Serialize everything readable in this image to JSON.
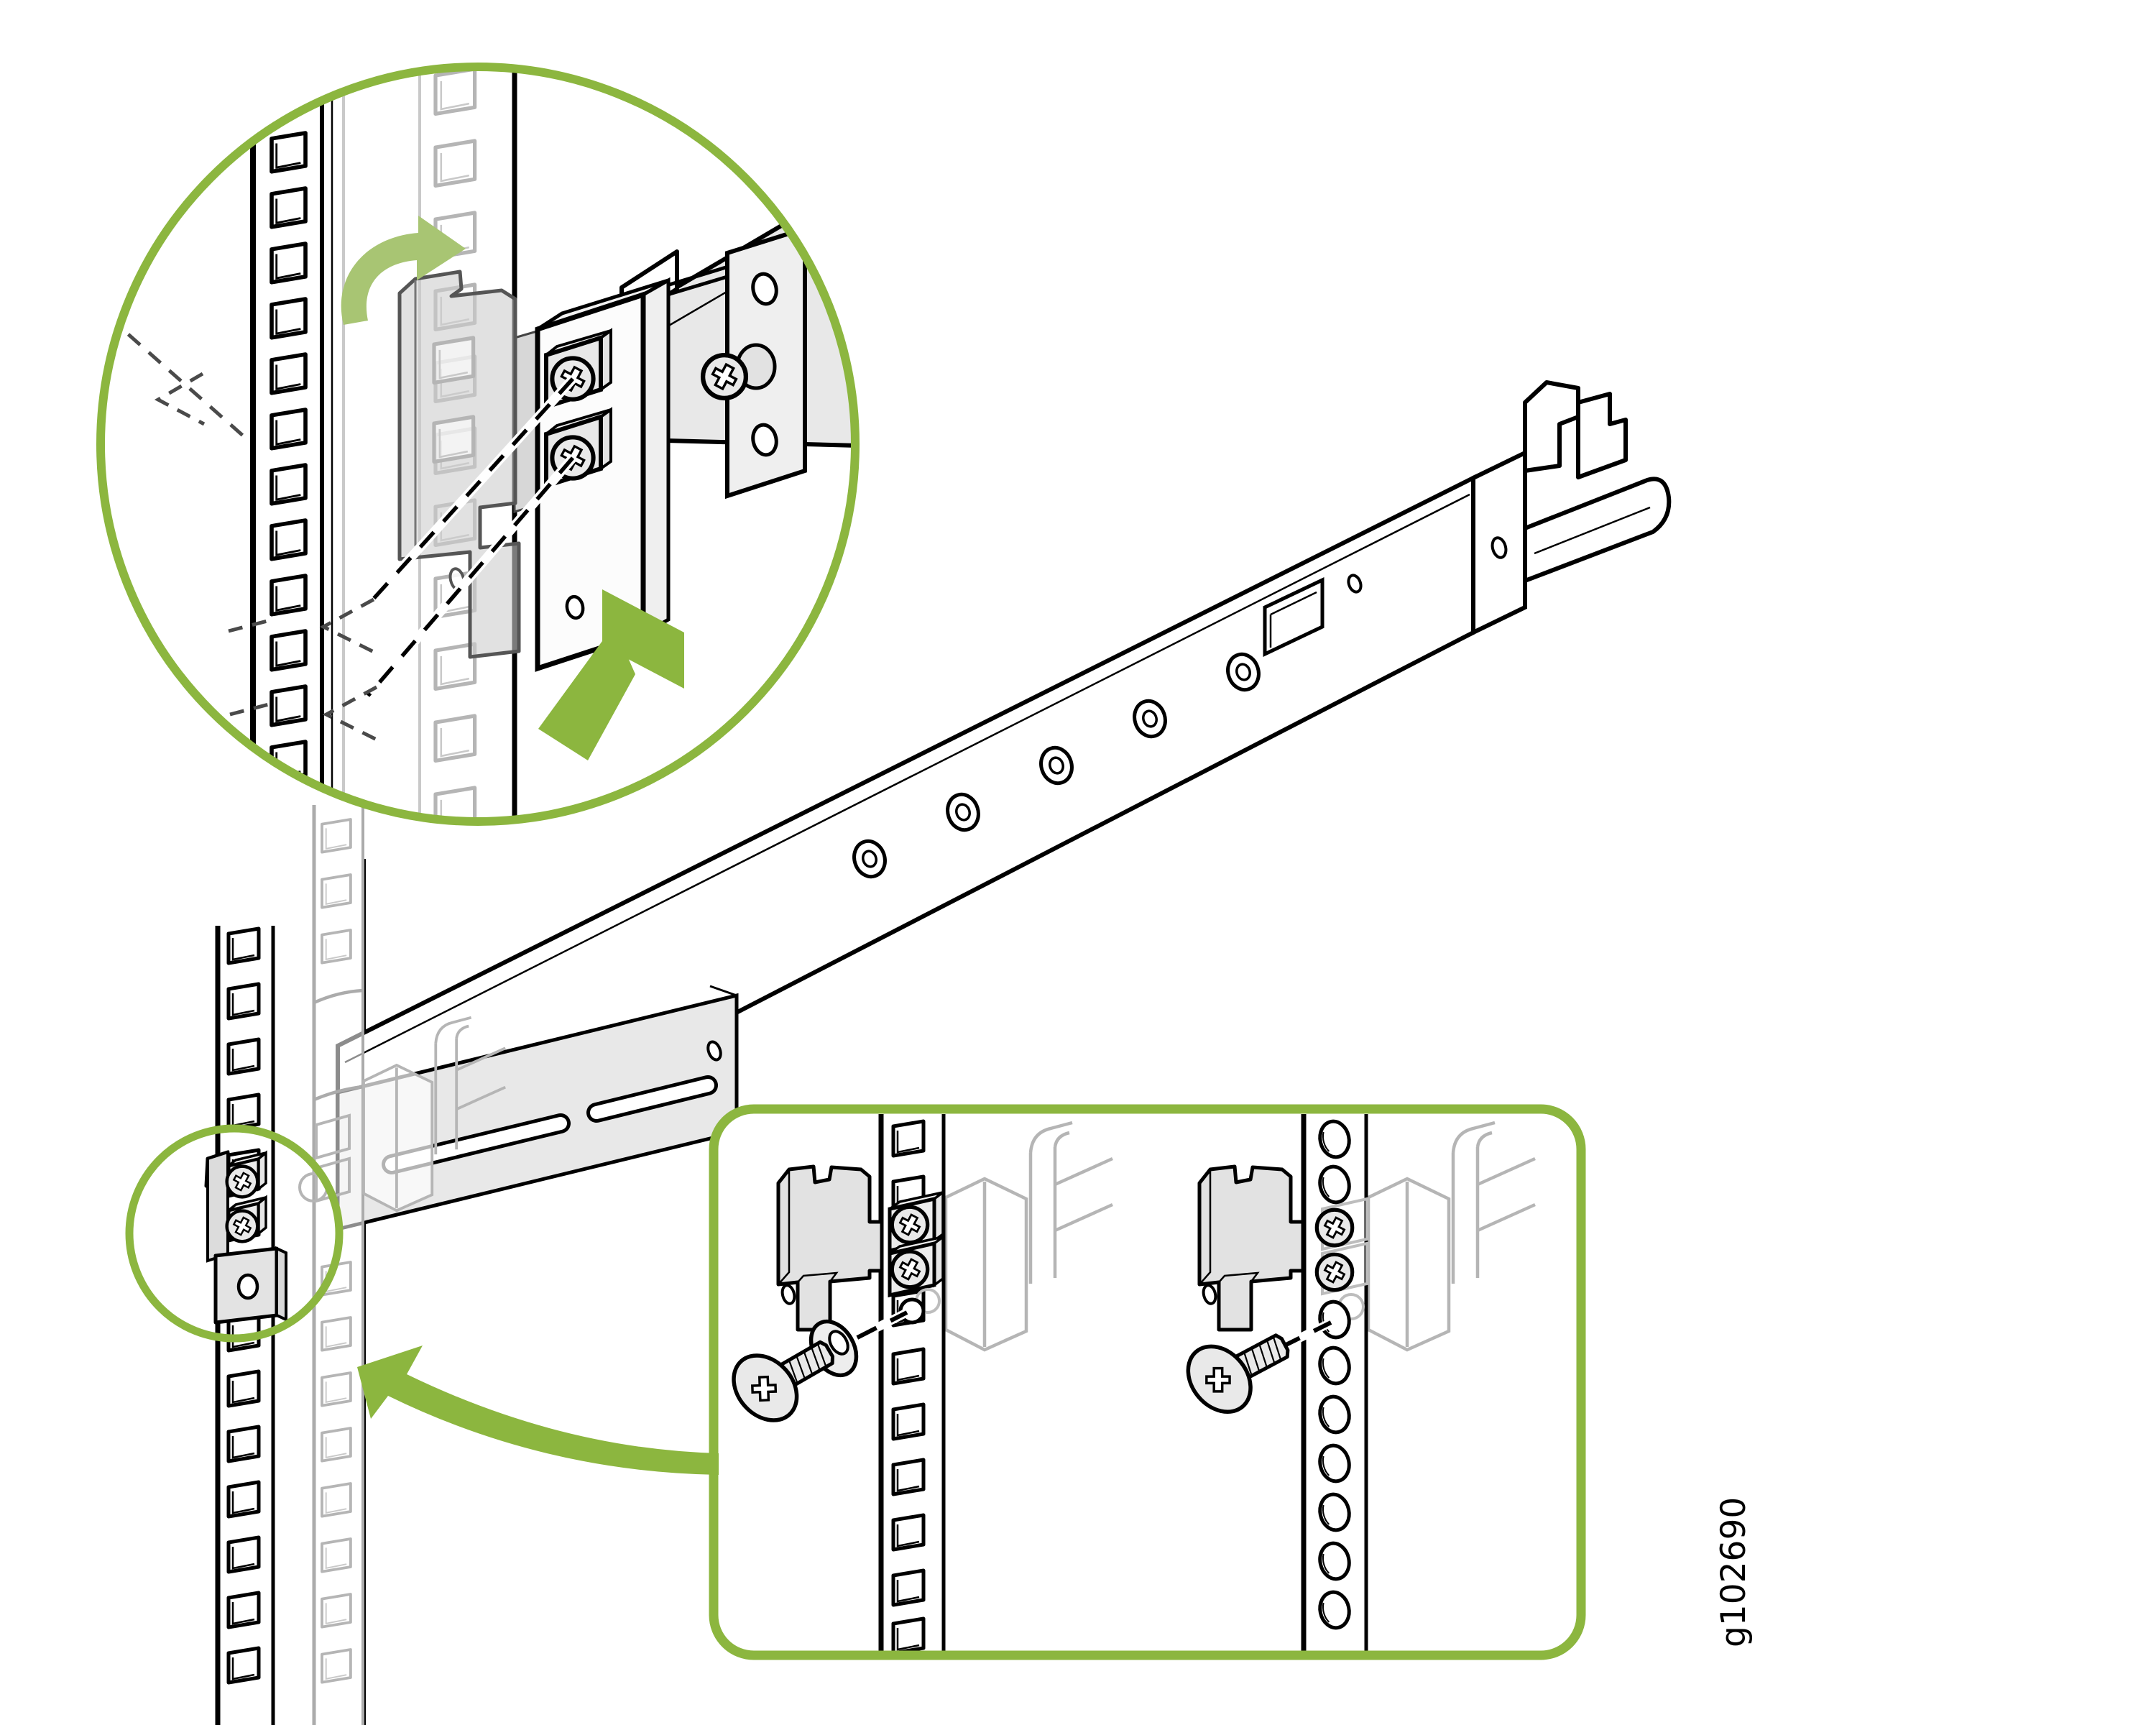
{
  "figure_id": "g102690",
  "figure": {
    "type": "technical-illustration",
    "subject": "rack-mount-rail-bracket-installation",
    "callouts": {
      "detail_circle": "bracket-and-captive-screws-at-front-rack-post",
      "detail_box_left_panel": "square-hole-rack-post-screw-and-washer",
      "detail_box_right_panel": "round-hole-rack-post-screw"
    }
  },
  "colors": {
    "accent_green": "#8CB63F",
    "muted_green": "#A8C573",
    "ghost_gray": "#B5B5B5",
    "light_gray": "#E8E8E8",
    "outline": "#000000",
    "background": "#FFFFFF"
  }
}
